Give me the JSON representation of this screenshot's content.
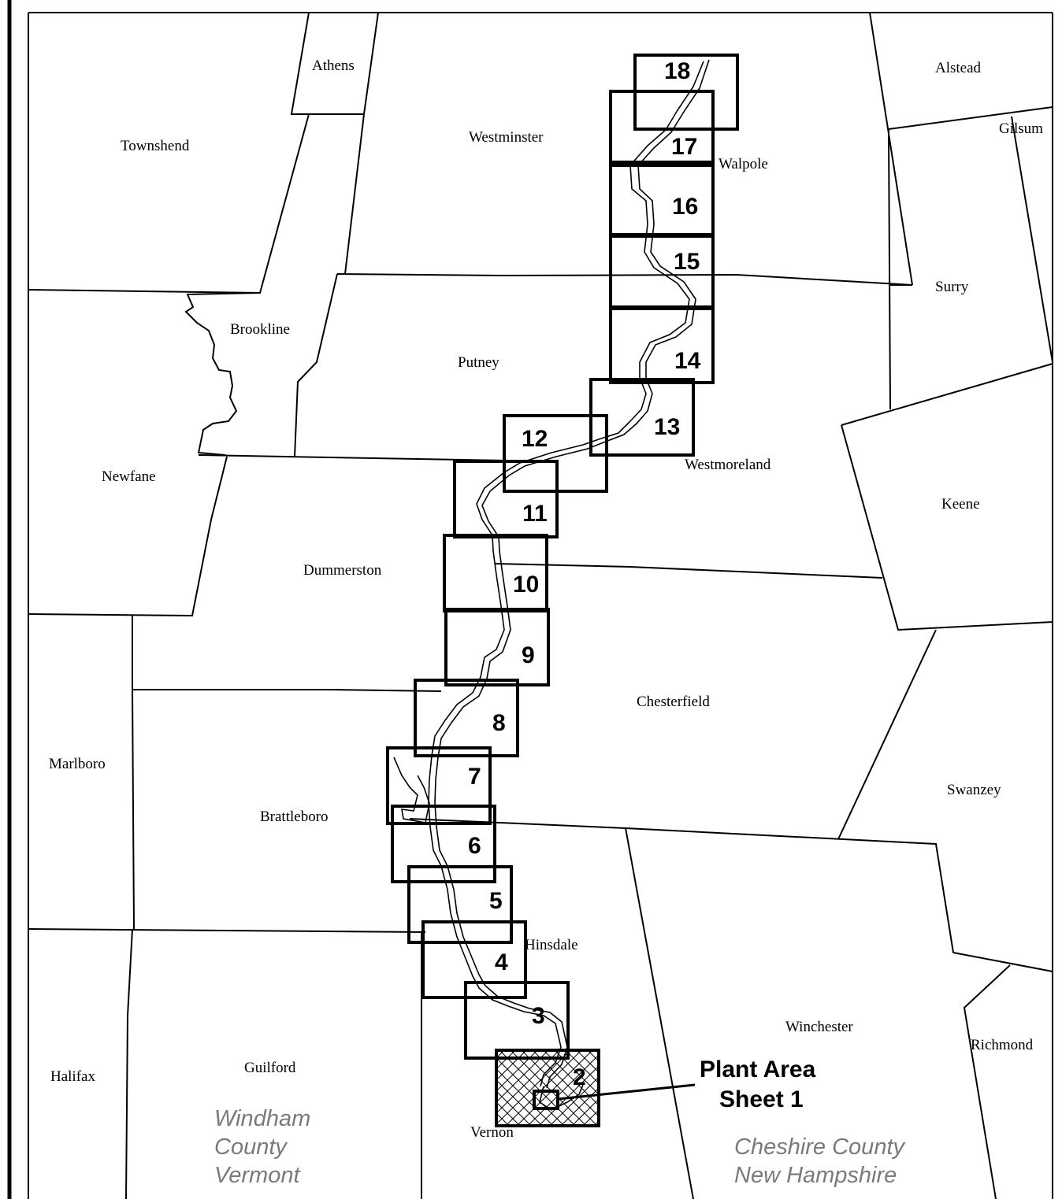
{
  "towns": [
    {
      "id": "athens",
      "name": "Athens"
    },
    {
      "id": "townshend",
      "name": "Townshend"
    },
    {
      "id": "westminster",
      "name": "Westminster"
    },
    {
      "id": "alstead",
      "name": "Alstead"
    },
    {
      "id": "gilsum",
      "name": "Gilsum"
    },
    {
      "id": "walpole",
      "name": "Walpole"
    },
    {
      "id": "brookline",
      "name": "Brookline"
    },
    {
      "id": "putney",
      "name": "Putney"
    },
    {
      "id": "surry",
      "name": "Surry"
    },
    {
      "id": "newfane",
      "name": "Newfane"
    },
    {
      "id": "westmoreland",
      "name": "Westmoreland"
    },
    {
      "id": "keene",
      "name": "Keene"
    },
    {
      "id": "dummerston",
      "name": "Dummerston"
    },
    {
      "id": "chesterfield",
      "name": "Chesterfield"
    },
    {
      "id": "marlboro",
      "name": "Marlboro"
    },
    {
      "id": "swanzey",
      "name": "Swanzey"
    },
    {
      "id": "brattleboro",
      "name": "Brattleboro"
    },
    {
      "id": "hinsdale",
      "name": "Hinsdale"
    },
    {
      "id": "winchester",
      "name": "Winchester"
    },
    {
      "id": "richmond",
      "name": "Richmond"
    },
    {
      "id": "halifax",
      "name": "Halifax"
    },
    {
      "id": "guilford",
      "name": "Guilford"
    },
    {
      "id": "vernon",
      "name": "Vernon"
    }
  ],
  "sheets": [
    "18",
    "17",
    "16",
    "15",
    "14",
    "13",
    "12",
    "11",
    "10",
    "9",
    "8",
    "7",
    "6",
    "5",
    "4",
    "3",
    "2"
  ],
  "counties": {
    "windham": [
      "Windham",
      "County",
      "Vermont"
    ],
    "cheshire": [
      "Cheshire County",
      "New Hampshire"
    ]
  },
  "callout": {
    "line1": "Plant Area",
    "line2": "Sheet 1"
  },
  "colors": {
    "county_label": "#7a7a7a",
    "lines": "#000000",
    "background": "#ffffff"
  }
}
